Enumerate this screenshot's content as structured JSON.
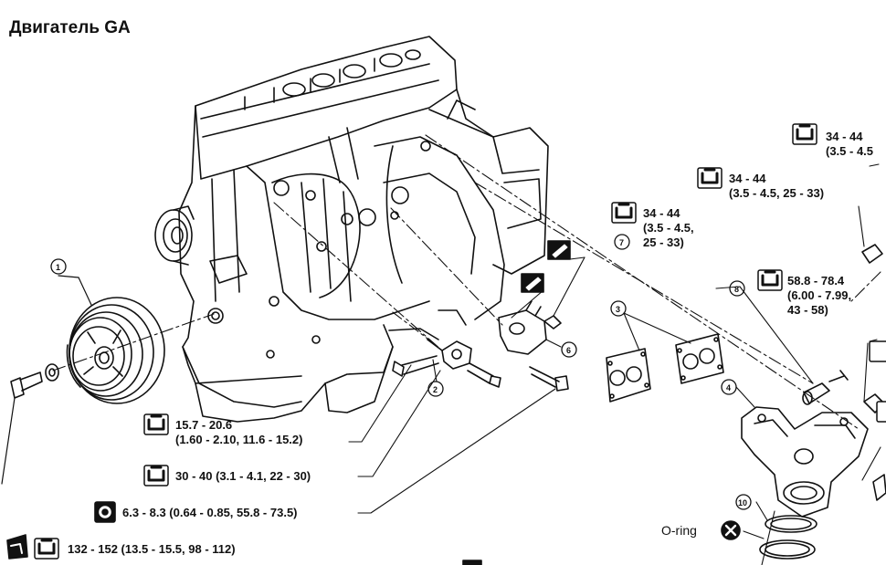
{
  "title": "Двигатель GA",
  "callouts": {
    "c1": "1",
    "c2": "2",
    "c3": "3",
    "c4": "4",
    "c6": "6",
    "c7": "7",
    "c8": "8",
    "c10": "10"
  },
  "torque": {
    "t1_line1": "15.7 - 20.6",
    "t1_line2": "(1.60 - 2.10, 11.6 - 15.2)",
    "t2": "30 - 40 (3.1 - 4.1, 22 - 30)",
    "t3": "6.3 - 8.3 (0.64 - 0.85, 55.8 - 73.5)",
    "t4": "132 - 152 (13.5 - 15.5, 98 - 112)",
    "t5_line1": "34 - 44",
    "t5_line2": "(3.5 - 4.5,",
    "t5_line3": "25 - 33)",
    "t6_line1": "34 - 44",
    "t6_line2": "(3.5 - 4.5, 25 - 33)",
    "t7_line1": "34 - 44",
    "t7_line2": "(3.5 - 4.5",
    "t8_line1": "58.8 - 78.4",
    "t8_line2": "(6.00 - 7.99,",
    "t8_line3": "43 - 58)"
  },
  "oring_label": "O-ring",
  "icons": [
    "torque-wrench-icon",
    "sealant-icon",
    "do-not-reuse-icon",
    "lubricate-icon"
  ]
}
